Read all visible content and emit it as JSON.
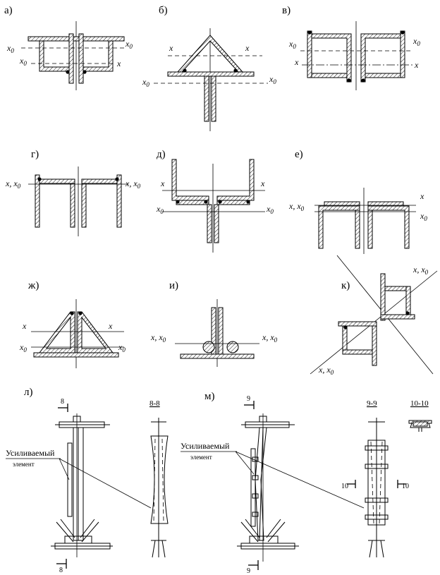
{
  "figure": {
    "panels": {
      "a": {
        "label": "а)",
        "axes": [
          "x0",
          "x0",
          "x0",
          "x"
        ]
      },
      "b": {
        "label": "б)",
        "axes": [
          "x",
          "x",
          "x0",
          "x0"
        ]
      },
      "v": {
        "label": "в)",
        "axes": [
          "x0",
          "x0",
          "x",
          "x"
        ]
      },
      "g": {
        "label": "г)",
        "axes": [
          "x, x0",
          "x, x0"
        ]
      },
      "d": {
        "label": "д)",
        "axes": [
          "x",
          "x",
          "x0",
          "x0"
        ]
      },
      "e": {
        "label": "е)",
        "axes": [
          "x",
          "x, x0",
          "x0"
        ]
      },
      "zh": {
        "label": "ж)",
        "axes": [
          "x",
          "x",
          "x0",
          "x0"
        ]
      },
      "i": {
        "label": "и)",
        "axes": [
          "x, x0",
          "x, x0"
        ]
      },
      "k": {
        "label": "к)",
        "axes": [
          "x, x0",
          "x, x0"
        ]
      },
      "l": {
        "label": "л)",
        "section_num_top": "8",
        "section_num_bottom": "8",
        "section_title": "8-8",
        "callout_line1": "Усиливаемый",
        "callout_line2": "элемент"
      },
      "m": {
        "label": "м)",
        "section_num_top": "9",
        "section_num_bottom": "9",
        "section_title_a": "9-9",
        "section_title_b": "10-10",
        "cut_left": "10",
        "cut_right": "10",
        "callout_line1": "Усиливаемый",
        "callout_line2": "элемент"
      }
    }
  }
}
